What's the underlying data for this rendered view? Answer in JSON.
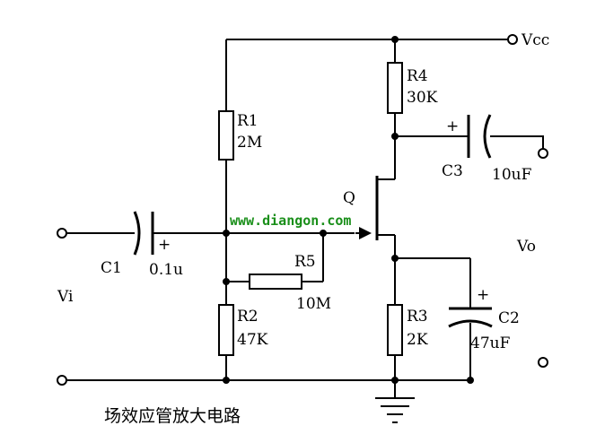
{
  "labels": {
    "vcc": "Vcc",
    "vi": "Vi",
    "vo": "Vo",
    "q": "Q",
    "r1": "R1",
    "r1_value": "2M",
    "r2": "R2",
    "r2_value": "47K",
    "r3": "R3",
    "r3_value": "2K",
    "r4": "R4",
    "r4_value": "30K",
    "r5": "R5",
    "r5_value": "10M",
    "c1": "C1",
    "c1_value": "0.1u",
    "c2": "C2",
    "c2_value": "47uF",
    "c3": "C3",
    "c3_value": "10uF",
    "plus": "+"
  },
  "watermark": "www.diangon.com",
  "caption": "场效应管放大电路"
}
